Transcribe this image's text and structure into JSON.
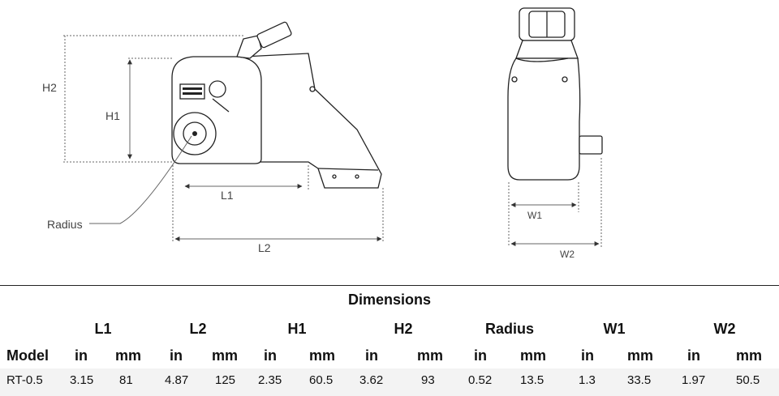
{
  "drawing": {
    "labels": {
      "h2": "H2",
      "h1": "H1",
      "l1": "L1",
      "l2": "L2",
      "radius": "Radius",
      "w1": "W1",
      "w2": "W2"
    }
  },
  "table": {
    "title": "Dimensions",
    "groups": [
      "L1",
      "L2",
      "H1",
      "H2",
      "Radius",
      "W1",
      "W2"
    ],
    "model_header": "Model",
    "unit_in": "in",
    "unit_mm": "mm",
    "rows": [
      {
        "model": "RT-0.5",
        "values": [
          "3.15",
          "81",
          "4.87",
          "125",
          "2.35",
          "60.5",
          "3.62",
          "93",
          "0.52",
          "13.5",
          "1.3",
          "33.5",
          "1.97",
          "50.5"
        ]
      }
    ]
  }
}
